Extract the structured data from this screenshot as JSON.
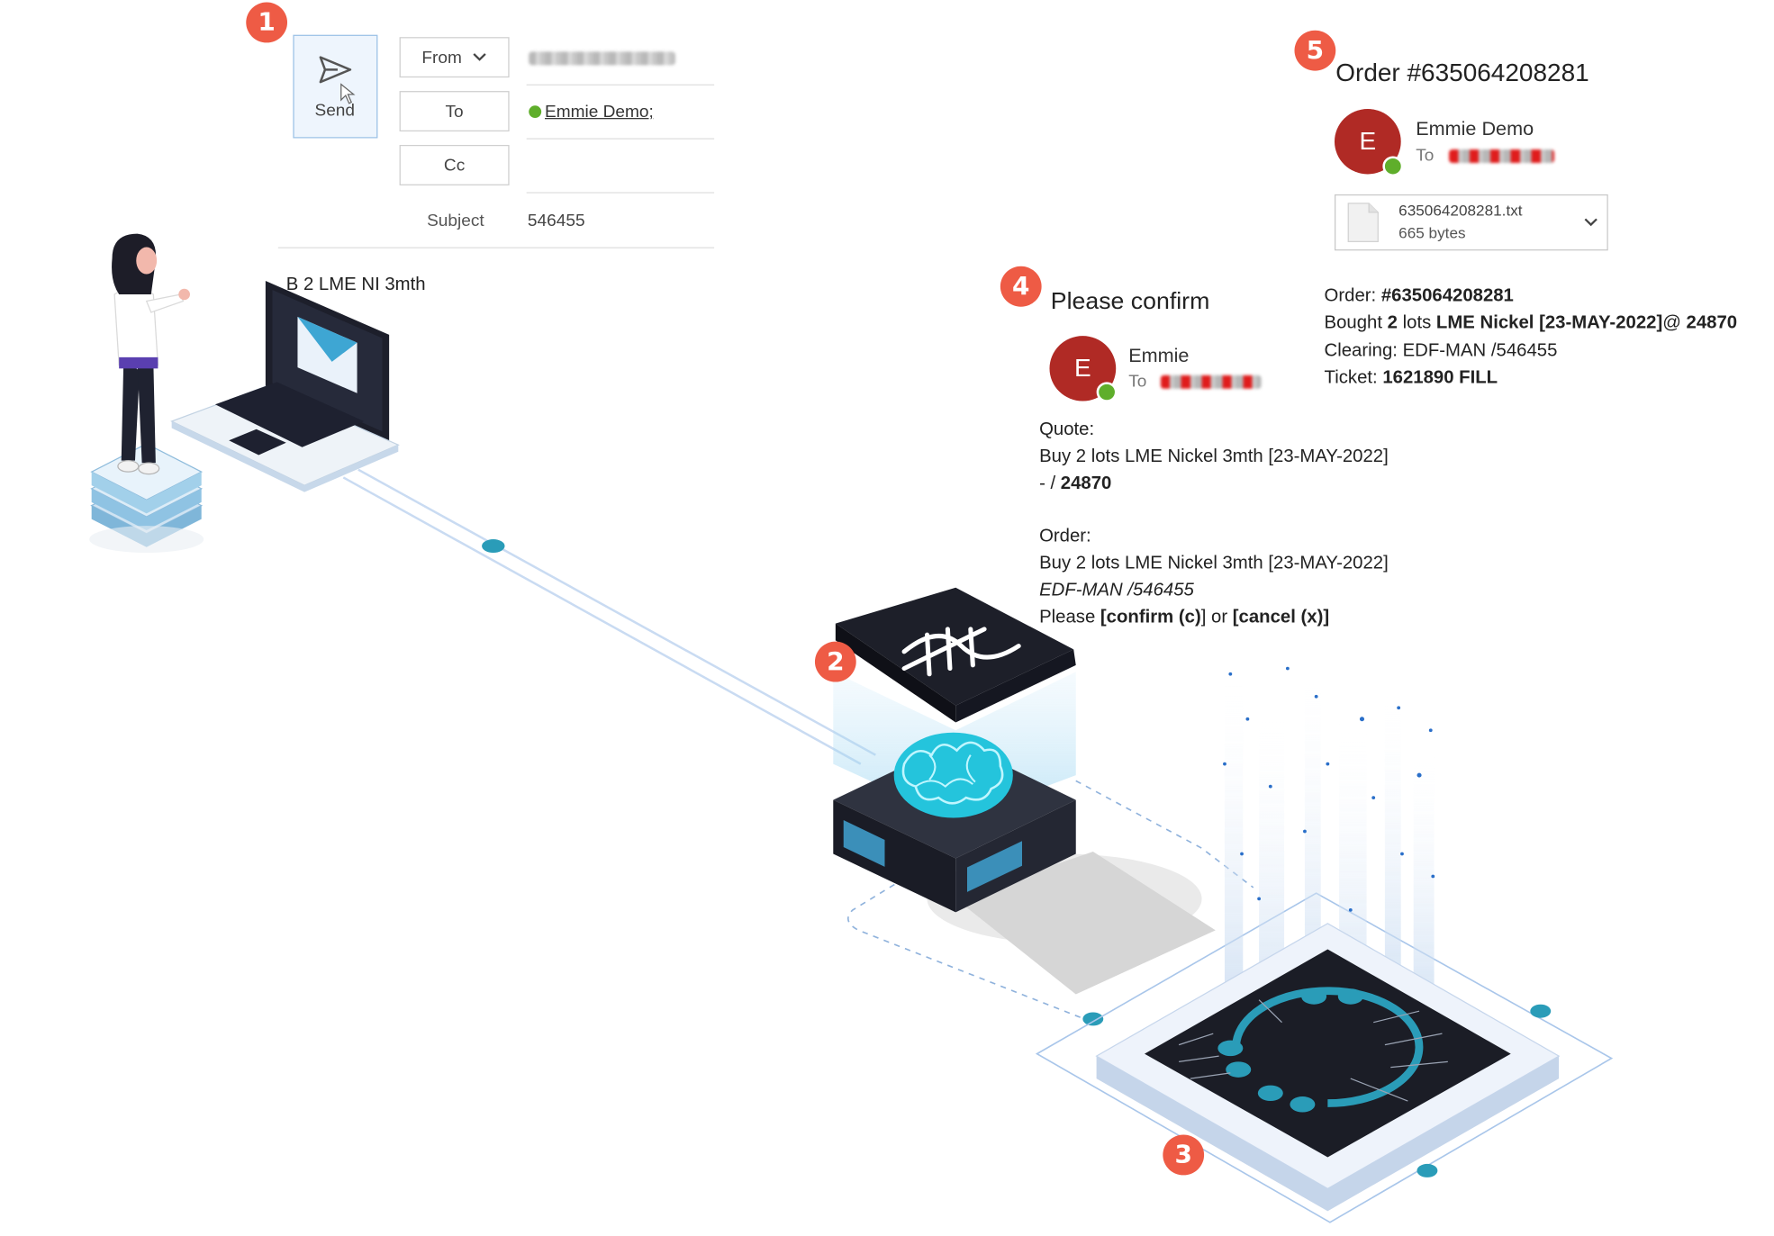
{
  "step_badges": [
    "1",
    "2",
    "3",
    "4",
    "5"
  ],
  "compose": {
    "send_label": "Send",
    "from_label": "From",
    "to_label": "To",
    "cc_label": "Cc",
    "subject_label": "Subject",
    "to_value": "Emmie Demo;",
    "subject_value": "546455",
    "body_text": "B 2 LME NI 3mth"
  },
  "confirm": {
    "heading": "Please confirm",
    "avatar_initial": "E",
    "sender": "Emmie",
    "to_label": "To",
    "quote_label": "Quote:",
    "quote_line": "Buy 2 lots LME Nickel 3mth [23-MAY-2022]",
    "quote_price_prefix": "- / ",
    "quote_price": "24870",
    "order_label": "Order:",
    "order_line": "Buy 2 lots LME Nickel 3mth [23-MAY-2022]",
    "order_clearing": "EDF-MAN /546455",
    "prompt_prefix": "Please ",
    "prompt_confirm": "[confirm (c)",
    "prompt_mid": "] or ",
    "prompt_cancel": "[cancel (x)",
    "prompt_suffix": "]"
  },
  "order_mail": {
    "heading": "Order #635064208281",
    "avatar_initial": "E",
    "sender": "Emmie Demo",
    "to_label": "To",
    "attachment_name": "635064208281.txt",
    "attachment_size": "665 bytes",
    "order_prefix": "Order: ",
    "order_number": "#635064208281",
    "bought_prefix": "Bought ",
    "bought_lots": "2",
    "bought_mid": " lots ",
    "bought_instrument": "LME Nickel [23-MAY-2022]",
    "bought_at": "@ ",
    "bought_price": "24870",
    "clearing": "Clearing: EDF-MAN /546455",
    "ticket_prefix": "Ticket: ",
    "ticket_value": "1621890 FILL"
  },
  "colors": {
    "badge": "#ee5b45",
    "avatar": "#b02a25",
    "accent_teal": "#2a9cb8",
    "status_green": "#5fae2b"
  }
}
